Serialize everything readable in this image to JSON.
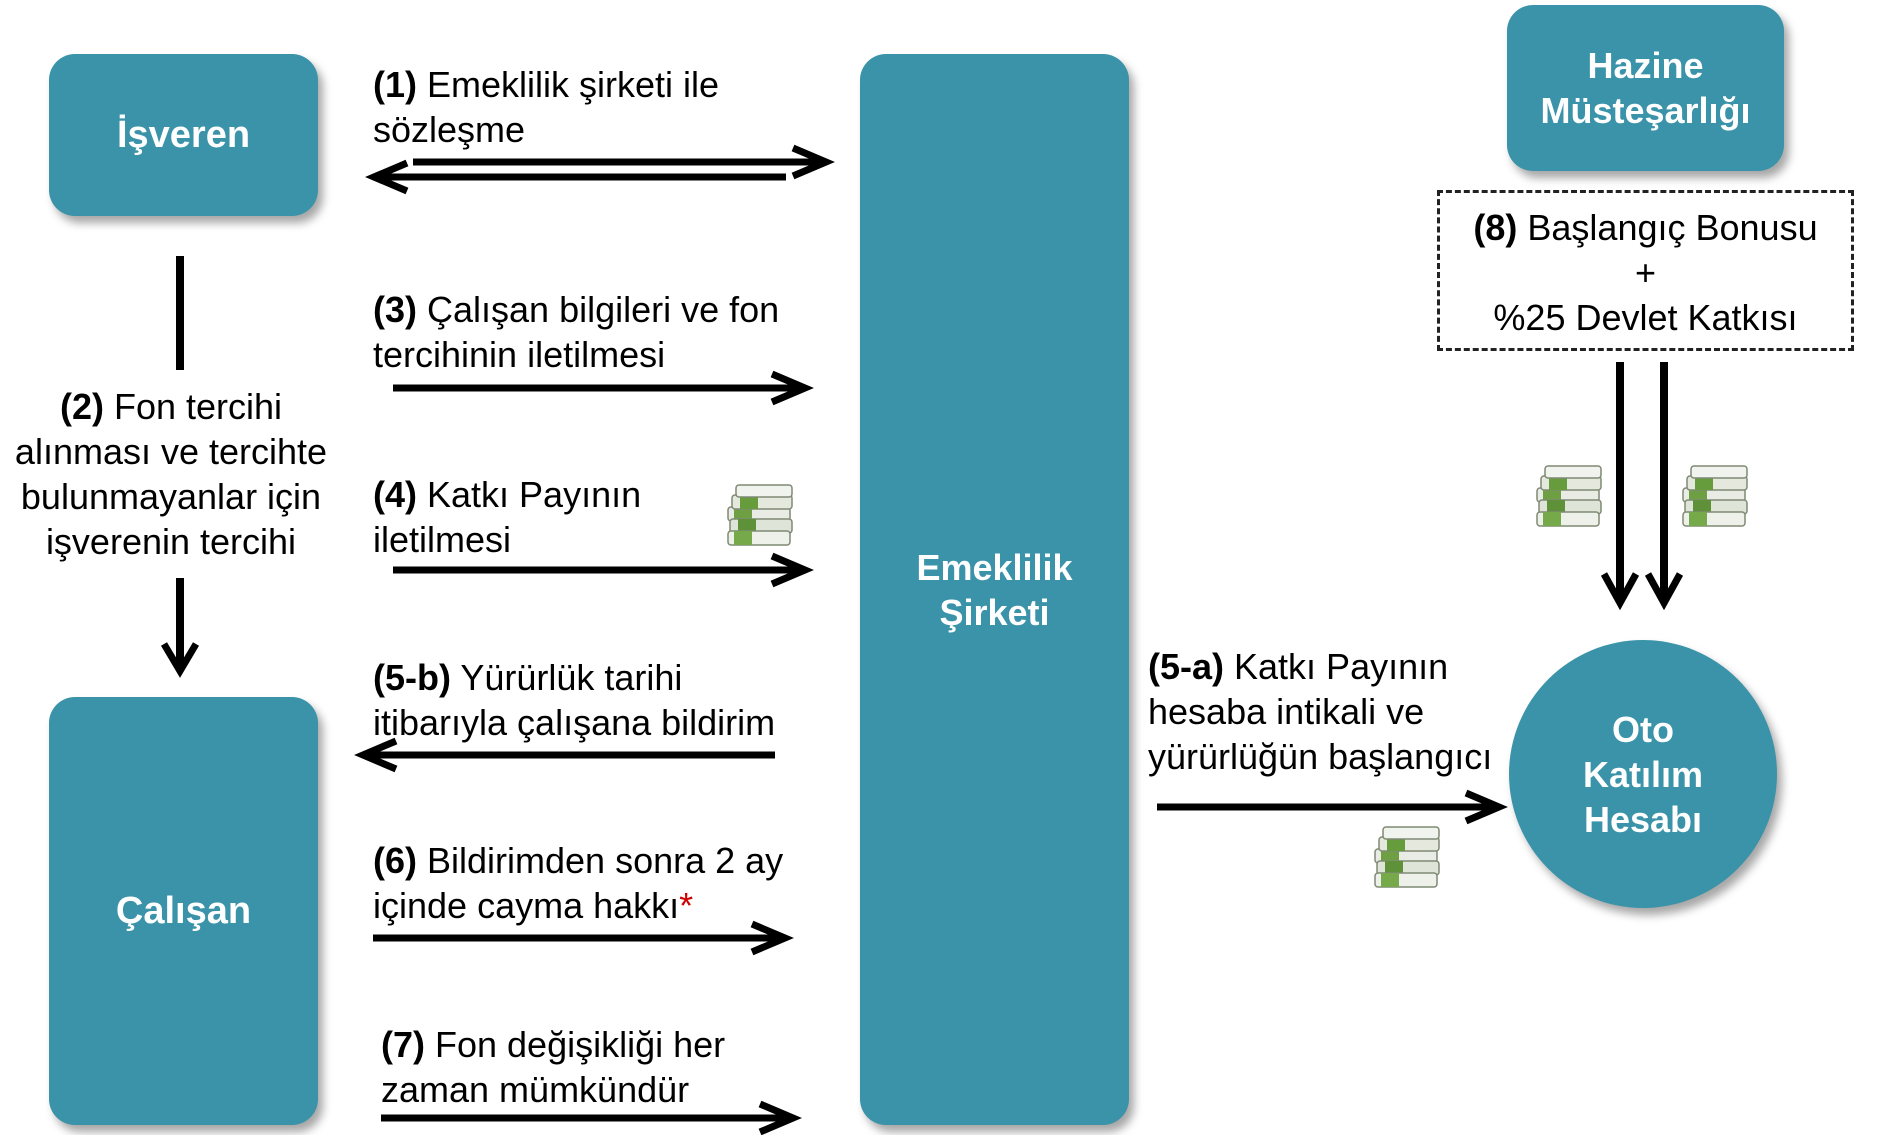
{
  "nodes": {
    "isveren": "İşveren",
    "calisan": "Çalışan",
    "emeklilik_line1": "Emeklilik",
    "emeklilik_line2": "Şirketi",
    "hazine_line1": "Hazine",
    "hazine_line2": "Müsteşarlığı",
    "oto_line1": "Oto",
    "oto_line2": "Katılım",
    "oto_line3": "Hesabı"
  },
  "steps": {
    "s1": {
      "num": "(1)",
      "line1": " Emeklilik şirketi ile",
      "line2": "sözleşme"
    },
    "s2": {
      "num": "(2)",
      "line1": " Fon tercihi",
      "line2": "alınması ve tercihte",
      "line3": "bulunmayanlar için",
      "line4": "işverenin tercihi"
    },
    "s3": {
      "num": "(3)",
      "line1": " Çalışan bilgileri ve fon",
      "line2": "tercihinin iletilmesi"
    },
    "s4": {
      "num": "(4)",
      "line1": " Katkı Payının",
      "line2": "iletilmesi"
    },
    "s5b": {
      "num": "(5-b)",
      "line1": " Yürürlük tarihi",
      "line2": "itibarıyla çalışana bildirim"
    },
    "s5a": {
      "num": "(5-a)",
      "line1": " Katkı Payının",
      "line2": "hesaba intikali ve",
      "line3": "yürürlüğün başlangıcı"
    },
    "s6": {
      "num": "(6)",
      "line1": " Bildirimden sonra 2 ay",
      "line2": "içinde cayma hakkı",
      "asterisk": "*"
    },
    "s7": {
      "num": "(7)",
      "line1": " Fon değişikliği her",
      "line2": "zaman mümkündür"
    },
    "s8": {
      "num": "(8)",
      "line1": " Başlangıç Bonusu",
      "line2": "+",
      "line3": "%25 Devlet Katkısı"
    }
  },
  "icons": [
    "money-stack-icon"
  ],
  "colors": {
    "node": "#3a93a9",
    "text": "#000000",
    "asterisk": "#d00000"
  }
}
